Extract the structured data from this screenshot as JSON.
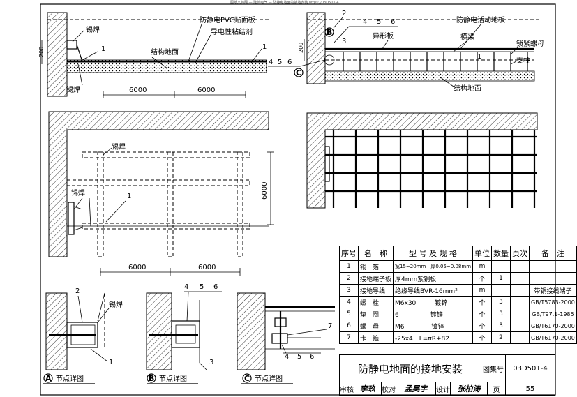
{
  "header_note": "图纸文档网 — 建筑电气 — 防静电地面的接地安装 https://03D501-4",
  "section_top_left": {
    "labels": {
      "pvc": "防静电PVC贴面板",
      "adhesive": "导电性粘结剂",
      "floor": "结构地面",
      "weld1": "锡焊",
      "weld2": "锡焊",
      "n1a": "1",
      "n1b": "1",
      "dim200": "200",
      "dim6000a": "6000",
      "dim6000b": "6000"
    }
  },
  "section_top_right": {
    "labels": {
      "floor_title": "防静电活动地板",
      "shaped": "异形板",
      "beam": "横梁",
      "lock": "锁紧螺母",
      "pillar": "支柱",
      "floor": "结构地面",
      "n2": "2",
      "n3": "3",
      "n4": "4",
      "n5": "5",
      "n6": "6",
      "n4b": "4",
      "n5b": "5",
      "n6b": "6",
      "n1": "1",
      "dim200": "200",
      "callout_b": "B",
      "callout_c": "C"
    }
  },
  "plan_left": {
    "labels": {
      "weld_top": "锡焊",
      "weld_left": "锡焊",
      "n1": "1",
      "dim6000v": "6000",
      "dim6000a": "6000",
      "dim6000b": "6000"
    }
  },
  "details": {
    "a": {
      "letter": "A",
      "title": "节点详图",
      "weld": "锡焊",
      "n1": "1",
      "n2": "2"
    },
    "b": {
      "letter": "B",
      "title": "节点详图",
      "n3": "3",
      "n4": "4",
      "n5": "5",
      "n6": "6"
    },
    "c": {
      "letter": "C",
      "title": "节点详图",
      "n4": "4",
      "n5": "5",
      "n6": "6",
      "n7": "7"
    }
  },
  "table": {
    "headers": [
      "序号",
      "名　称",
      "型 号 及 规 格",
      "单位",
      "数量",
      "页次",
      "备　注"
    ],
    "rows": [
      [
        "1",
        "铜　箔",
        "宽15~20mm　厚0.05~0.08mm",
        "m",
        "",
        "",
        ""
      ],
      [
        "2",
        "接地端子板",
        "厚4mm紫铜板",
        "个",
        "1",
        "",
        ""
      ],
      [
        "3",
        "接地导线",
        "绝缘导线BVR-16mm²",
        "m",
        "",
        "",
        "带铜接线端子"
      ],
      [
        "4",
        "螺　栓",
        "M6x30　　　镀锌",
        "个",
        "3",
        "",
        "GB/T5783-2000"
      ],
      [
        "5",
        "垫　圈",
        "6　　　　　镀锌",
        "个",
        "3",
        "",
        "GB/T97.1-1985"
      ],
      [
        "6",
        "螺　母",
        "M6　　　　 镀锌",
        "个",
        "3",
        "",
        "GB/T6170-2000"
      ],
      [
        "7",
        "卡　箍",
        "-25x4　L=πR+82",
        "个",
        "2",
        "",
        "GB/T6170-2000"
      ]
    ]
  },
  "title_block": {
    "title": "防静电地面的接地安装",
    "atlas_label": "图集号",
    "atlas_no": "03D501-4",
    "review_label": "审核",
    "review_sig": "李玖",
    "check_label": "校对",
    "check_sig": "孟昊宇",
    "design_label": "设计",
    "design_sig": "张柏涛",
    "page_label": "页",
    "page_no": "55"
  }
}
